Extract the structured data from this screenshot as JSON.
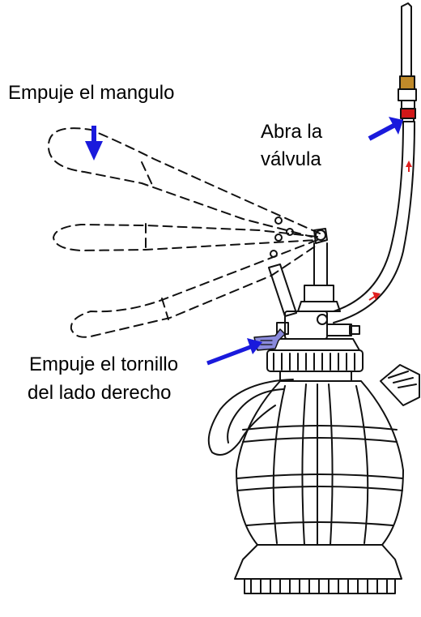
{
  "labels": {
    "push_handle": "Empuje el mangulo",
    "open_valve_line1": "Abra la",
    "open_valve_line2": "válvula",
    "push_screw_line1": "Empuje el tornillo",
    "push_screw_line2": "del lado derecho"
  },
  "colors": {
    "arrow": "#1a1adc",
    "flow_arrow": "#e02020",
    "valve_red": "#d01818",
    "valve_brass": "#c08a2a",
    "line": "#111111",
    "hand": "#8a8adc"
  }
}
